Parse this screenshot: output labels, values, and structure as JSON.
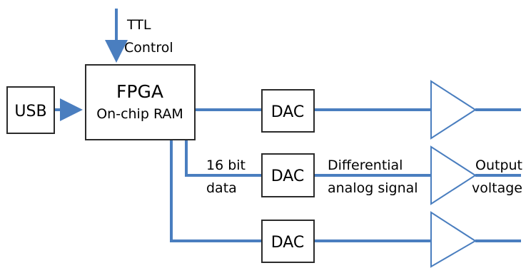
{
  "inputs": {
    "ttl_line1": "TTL",
    "ttl_line2": "Control"
  },
  "blocks": {
    "usb": "USB",
    "fpga_title": "FPGA",
    "fpga_subtitle": "On-chip RAM",
    "dac_top": "DAC",
    "dac_middle": "DAC",
    "dac_bottom": "DAC"
  },
  "annotations": {
    "data_line1": "16 bit",
    "data_line2": "data",
    "signal_line1": "Differential",
    "signal_line2": "analog signal",
    "output_line1": "Output",
    "output_line2": "voltage"
  },
  "colors": {
    "wire": "#4a7ebf",
    "box_border": "#2b2b2b"
  }
}
